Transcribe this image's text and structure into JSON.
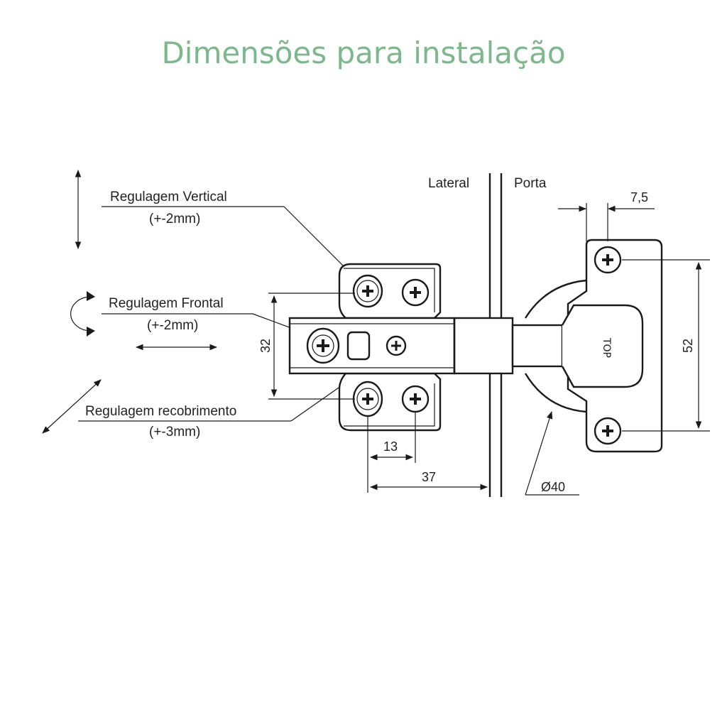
{
  "title": "Dimensões para instalação",
  "labels": {
    "vertical": "Regulagem Vertical",
    "vertical_range": "(+-2mm)",
    "frontal": "Regulagem Frontal",
    "frontal_range": "(+-2mm)",
    "overlay": "Regulagem recobrimento",
    "overlay_range": "(+-3mm)",
    "lateral": "Lateral",
    "porta": "Porta",
    "brand_mark": "TOP"
  },
  "dimensions": {
    "d7_5": "7,5",
    "d52": "52",
    "d32": "32",
    "d13": "13",
    "d37": "37",
    "d40": "Ø40"
  },
  "colors": {
    "title": "#7db88a",
    "line": "#1a1a1a"
  }
}
